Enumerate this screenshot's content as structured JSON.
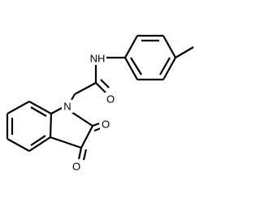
{
  "molecule": {
    "atoms": {
      "amide_nh": "NH",
      "amide_o": "O",
      "ring_n": "N",
      "ketone_o_1": "O",
      "ketone_o_2": "O"
    }
  }
}
